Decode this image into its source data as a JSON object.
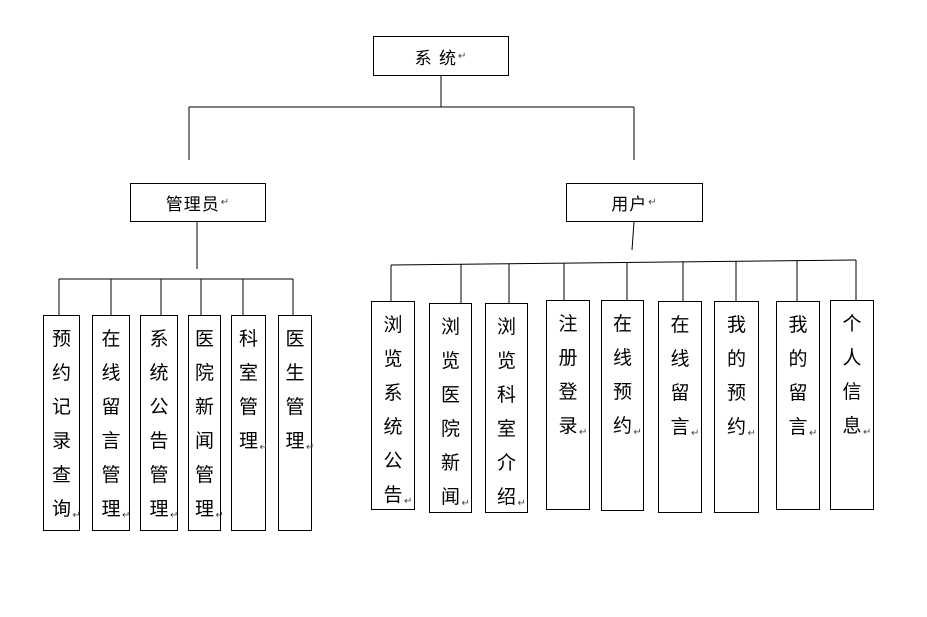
{
  "colors": {
    "line": "#000000",
    "box_border": "#000000",
    "background": "#ffffff"
  },
  "para_mark": "↵",
  "root": {
    "label": "系 统"
  },
  "admin": {
    "label": "管理员",
    "children": [
      "预约记录查询",
      "在线留言管理",
      "系统公告管理",
      "医院新闻管理",
      "科室管理",
      "医生管理"
    ]
  },
  "user": {
    "label": "用户",
    "children": [
      "浏览系统公告",
      "浏览医院新闻",
      "浏览科室介绍",
      "注册登录",
      "在线预约",
      "在线留言",
      "我的预约",
      "我的留言",
      "个人信息"
    ]
  }
}
